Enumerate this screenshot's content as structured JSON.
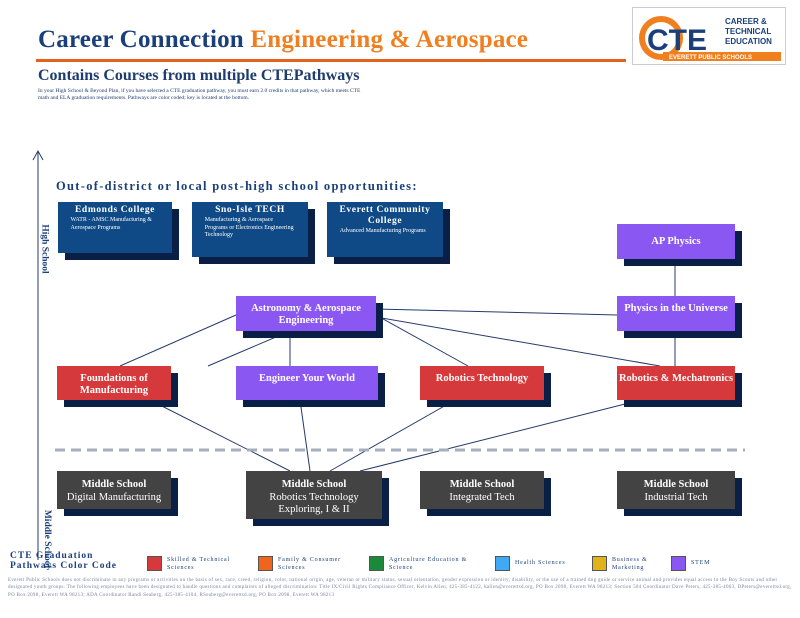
{
  "header": {
    "title_part1": "Career Connection ",
    "title_part2": "Engineering & Aerospace",
    "subtitle": "Contains Courses from multiple CTEPathways",
    "intro": "In your High School & Beyond Plan, if you have selected a CTE graduation pathway, you must earn 2.0 credits in that pathway, which meets CTE math and ELA graduation requirements. Pathways are color coded; key is located at the bottom."
  },
  "logo": {
    "letters": "CTE",
    "text_lines": [
      "CAREER &",
      "TECHNICAL",
      "EDUCATION"
    ],
    "district": "EVERETT PUBLIC SCHOOLS"
  },
  "opportunities_label": "Out-of-district or local post-high school opportunities:",
  "colleges": [
    {
      "name": "Edmonds College",
      "desc": "WATR - AMSC Manufacturing & Aerospace Programs"
    },
    {
      "name": "Sno-Isle TECH",
      "desc": "Manufacturing & Aerospace Programs or Electronics Engineering Technology"
    },
    {
      "name": "Everett Community College",
      "desc": "Advanced Manufacturing Programs"
    }
  ],
  "courses": {
    "ap_physics": "AP Physics",
    "astronomy": "Astronomy & Aerospace Engineering",
    "physics_universe": "Physics in the Universe",
    "foundations": "Foundations of Manufacturing",
    "engineer_world": "Engineer Your World",
    "robotics_tech": "Robotics Technology",
    "robotics_mech": "Robotics & Mechatronics"
  },
  "middle_school": [
    {
      "heading": "Middle School",
      "name": "Digital Manufacturing"
    },
    {
      "heading": "Middle School",
      "name": "Robotics Technology Exploring, I & II"
    },
    {
      "heading": "Middle School",
      "name": "Integrated Tech"
    },
    {
      "heading": "Middle School",
      "name": "Industrial Tech"
    }
  ],
  "axis": {
    "high_school": "High School",
    "middle_school": "Middle School"
  },
  "key": {
    "title": "CTE Graduation Pathways Color Code",
    "items": [
      {
        "label": "Skilled & Technical Sciences",
        "color": "#d5393b"
      },
      {
        "label": "Family & Consumer Sciences",
        "color": "#f0651e"
      },
      {
        "label": "Agriculture Education & Science",
        "color": "#1a8a3a"
      },
      {
        "label": "Health Sciences",
        "color": "#3fa9f5"
      },
      {
        "label": "Business & Marketing",
        "color": "#e2b21c"
      },
      {
        "label": "STEM",
        "color": "#8a57f2"
      }
    ]
  },
  "disclaimer": "Everett Public Schools does not discriminate in any programs or activities on the basis of sex, race, creed, religion, color, national origin, age, veteran or military status, sexual orientation, gender expression or identity, disability, or the use of a trained dog guide or service animal and provides equal access to the Boy Scouts and other designated youth groups. The following employees have been designated to handle questions and complaints of alleged discrimination: Title IX/Civil Rights Compliance Officer, Kelvin Allen, 425-385-4122, kallen@everettsd.org, PO Box 2098, Everett WA 98213; Section 504 Coordinator Dave Peters, 425-385-4063, DPeters@everettsd.org, PO Box 2098, Everett WA 98213; ADA Coordinator Randi Seaberg, 425-385-4104, RSeaberg@everettsd.org, PO Box 2098, Everett WA 98213"
}
